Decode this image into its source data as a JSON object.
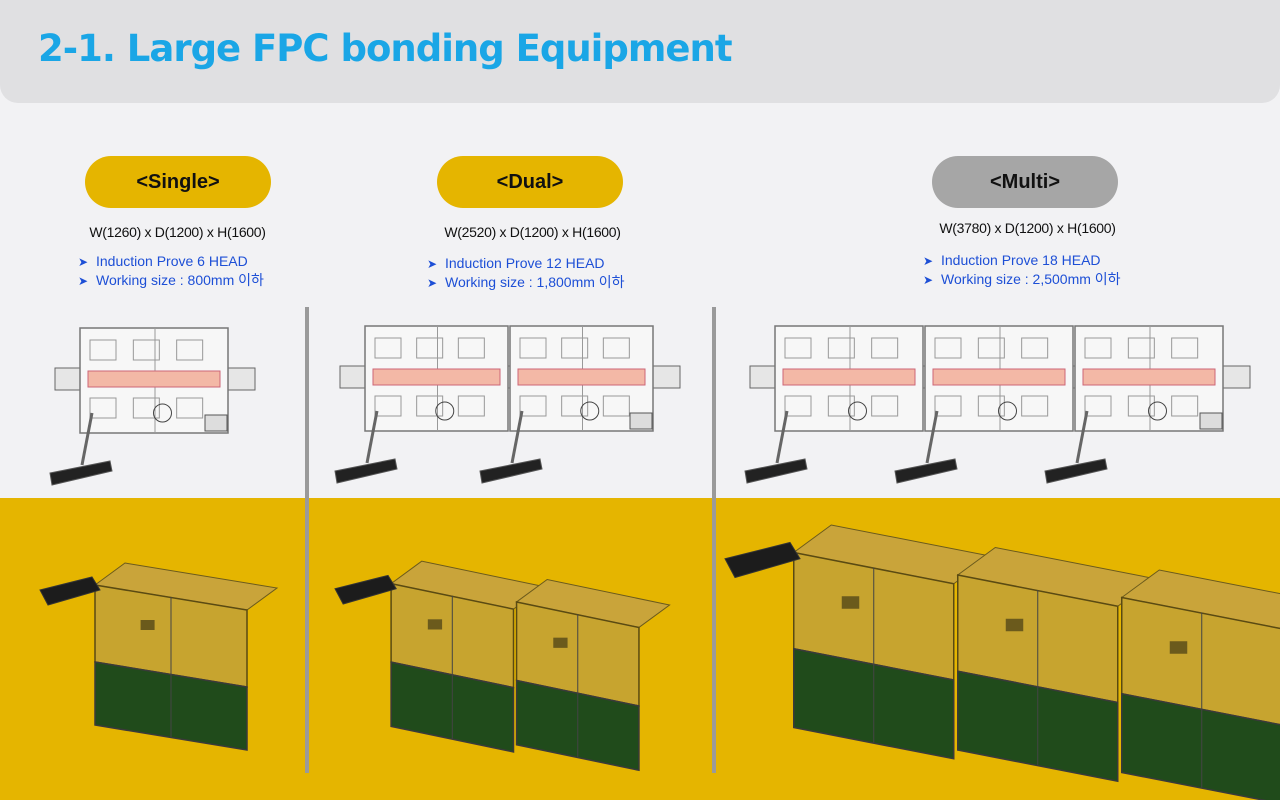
{
  "header": {
    "title": "2-1. Large FPC bonding Equipment"
  },
  "variants": [
    {
      "label": "<Single>",
      "pill_color": "#e5b500",
      "dimensions": "W(1260) x D(1200) x H(1600)",
      "specs": [
        "Induction Prove 6 HEAD",
        "Working size : 800mm 이하"
      ]
    },
    {
      "label": "<Dual>",
      "pill_color": "#e5b500",
      "dimensions": "W(2520) x D(1200) x H(1600)",
      "specs": [
        "Induction Prove 12 HEAD",
        "Working size : 1,800mm 이하"
      ]
    },
    {
      "label": "<Multi>",
      "pill_color": "#a6a6a6",
      "dimensions": "W(3780) x D(1200) x H(1600)",
      "specs": [
        "Induction Prove 18 HEAD",
        "Working size : 2,500mm 이하"
      ]
    }
  ],
  "bullet_icon": "arrow-bullet-icon",
  "colors": {
    "title": "#1aa6e6",
    "band": "#e5b500",
    "spec_text": "#1d4fd6",
    "machine_base": "#1f4d1a",
    "machine_frame": "#5a5a5a"
  }
}
